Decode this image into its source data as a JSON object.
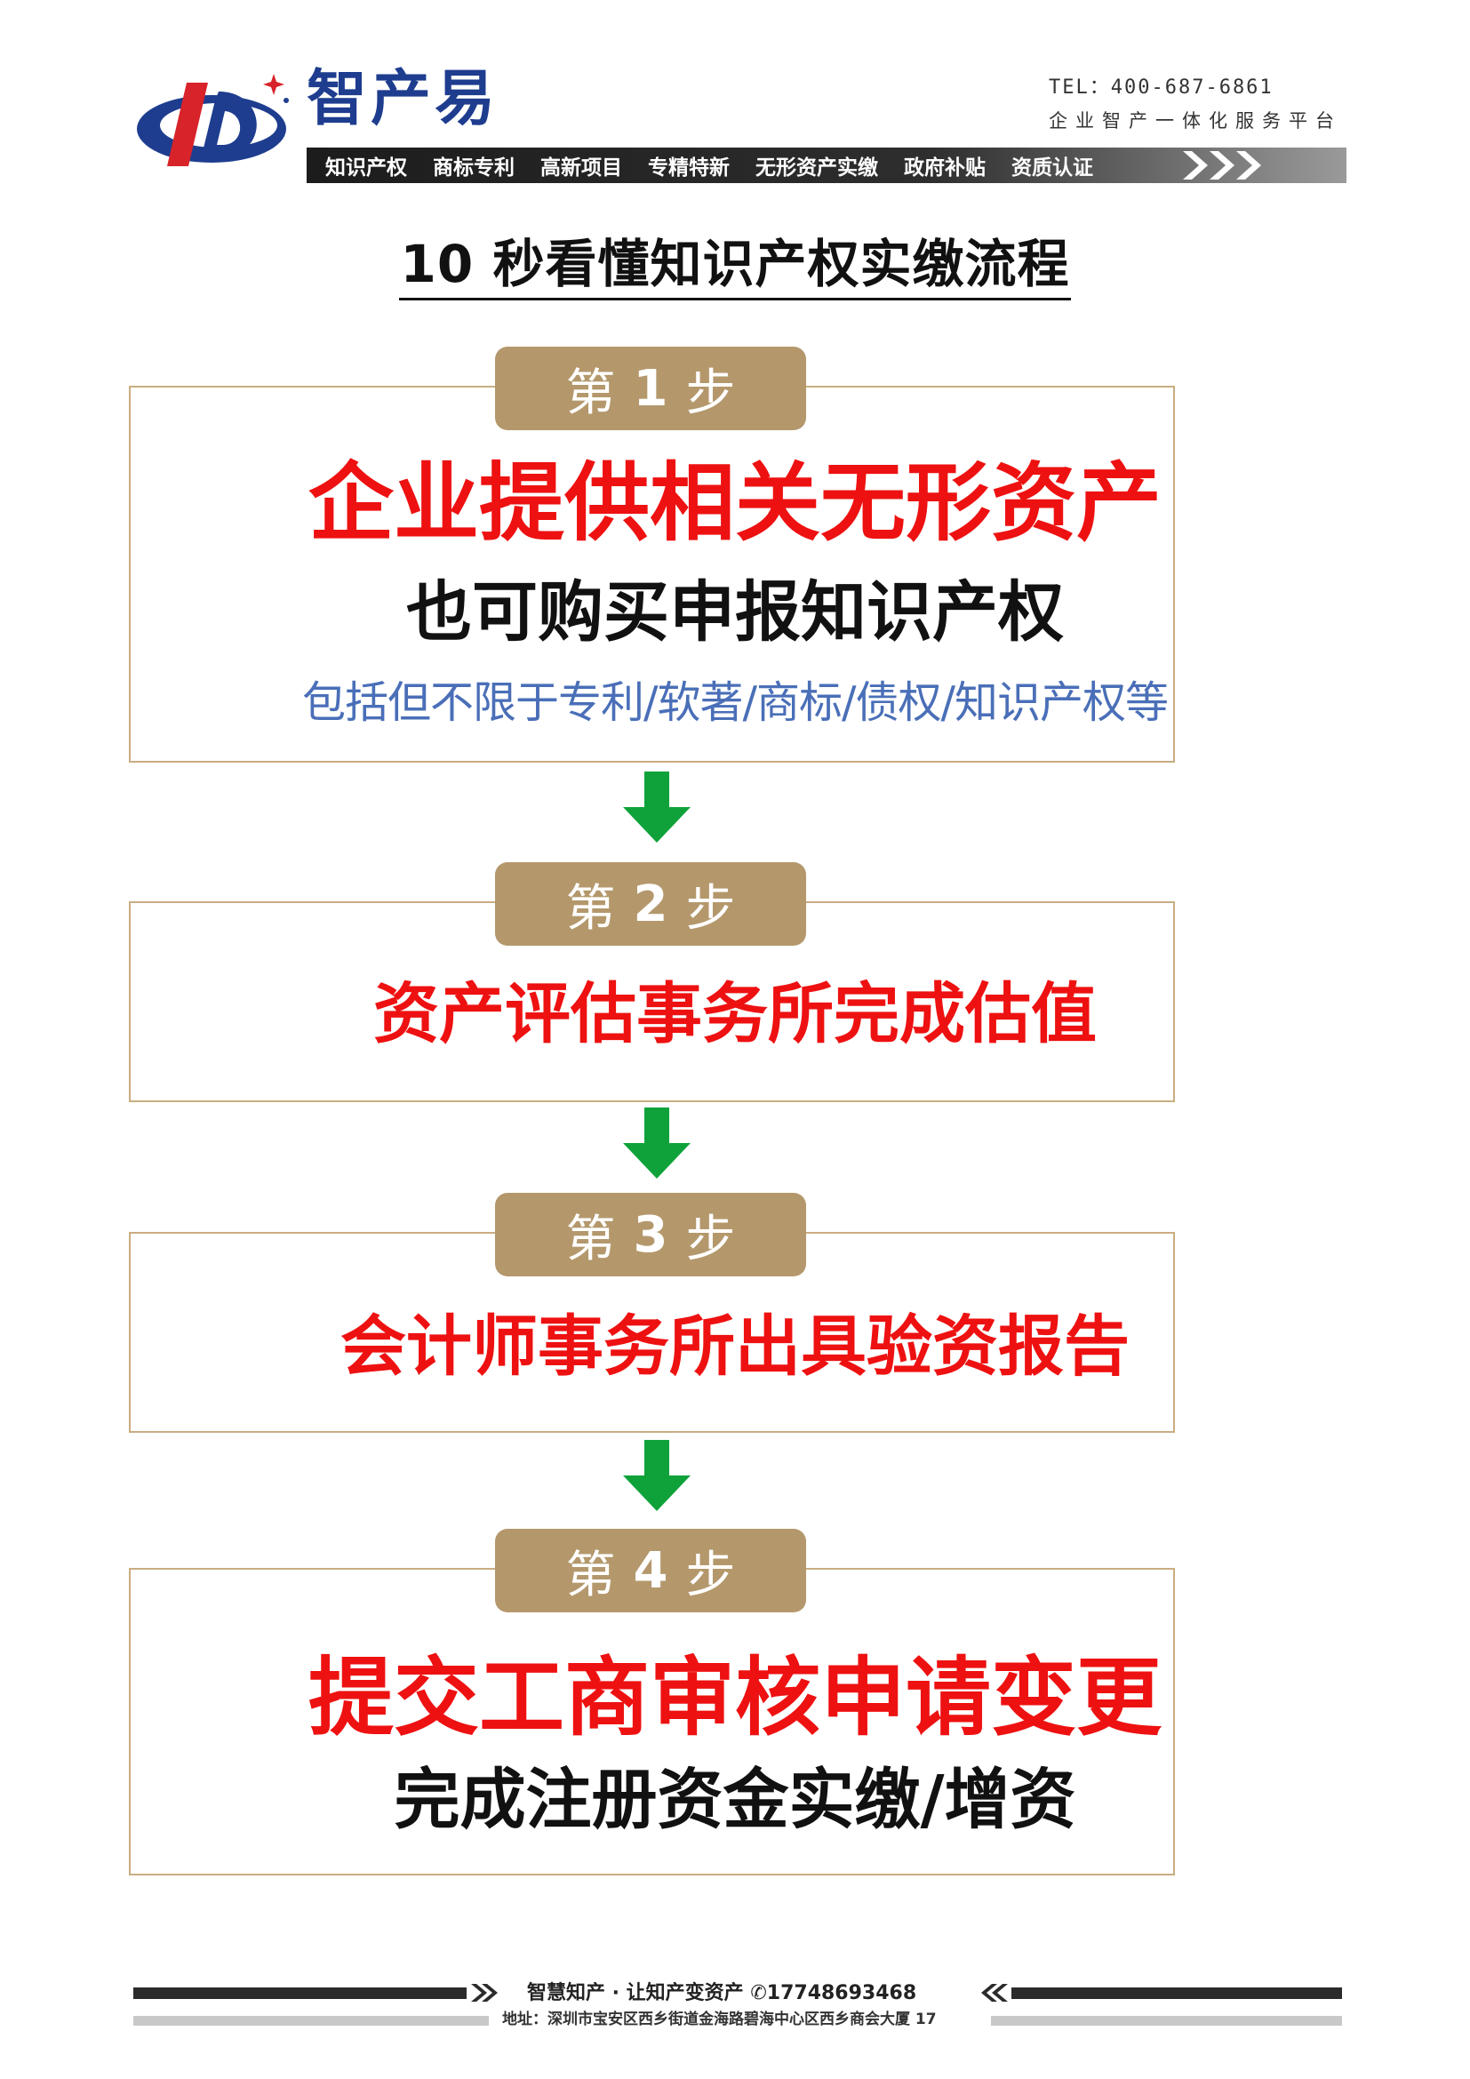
{
  "header": {
    "brand": "智产易",
    "logo_letters": "JD",
    "tel": "TEL：400-687-6861",
    "slogan": "企业智产一体化服务平台",
    "nav": [
      "知识产权",
      "商标专利",
      "高新项目",
      "专精特新",
      "无形资产实缴",
      "政府补贴",
      "资质认证"
    ]
  },
  "title": "10 秒看懂知识产权实缴流程",
  "steps": [
    {
      "badge_prefix": "第",
      "badge_num": "1",
      "badge_suffix": "步",
      "main": "企业提供相关无形资产",
      "sub": "也可购买申报知识产权",
      "note": "包括但不限于专利/软著/商标/债权/知识产权等"
    },
    {
      "badge_prefix": "第",
      "badge_num": "2",
      "badge_suffix": "步",
      "main": "资产评估事务所完成估值"
    },
    {
      "badge_prefix": "第",
      "badge_num": "3",
      "badge_suffix": "步",
      "main": "会计师事务所出具验资报告"
    },
    {
      "badge_prefix": "第",
      "badge_num": "4",
      "badge_suffix": "步",
      "main": "提交工商审核申请变更",
      "sub": "完成注册资金实缴/增资"
    }
  ],
  "footer": {
    "slogan": "智慧知产 · 让知产变资产 ✆17748693468",
    "address": "地址：深圳市宝安区西乡街道金海路碧海中心区西乡商会大厦 17"
  },
  "colors": {
    "brand_blue": "#1e3d8f",
    "accent_red": "#ee1111",
    "badge_gold": "#b4986c",
    "box_border": "#c9ad82",
    "arrow_green": "#0fa23a",
    "note_blue": "#4a6fb8"
  }
}
